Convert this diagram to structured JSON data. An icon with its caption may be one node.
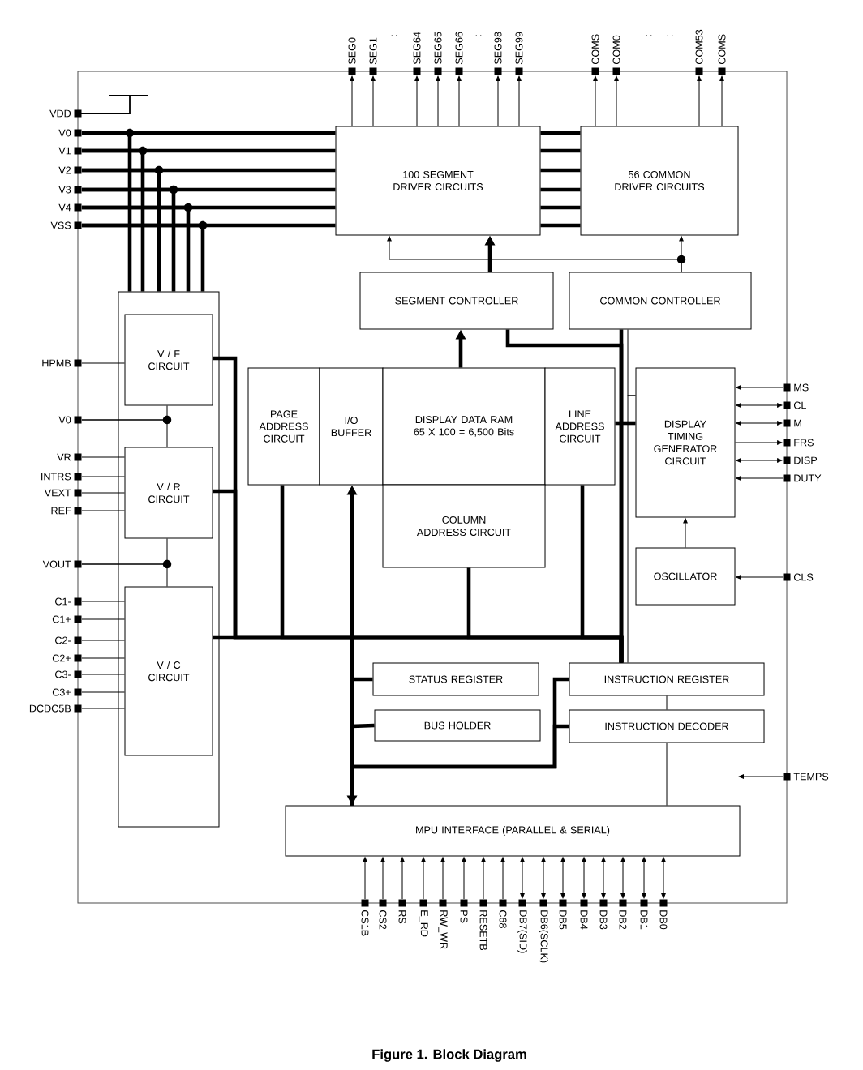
{
  "diagram": {
    "caption": "Figure 1. Block Diagram",
    "nodes": [
      {
        "text": [
          "100 SEGMENT DRIVER CIRCUITS"
        ]
      },
      {
        "text": [
          "56 COMMON DRIVER CIRCUITS"
        ]
      },
      {
        "text": [
          "SEGMENT CONTROLLER"
        ]
      },
      {
        "text": [
          "COMMON CONTROLLER"
        ]
      },
      {
        "text": [],
        "shape": "box"
      },
      {
        "text": [
          "V / F CIRCUIT"
        ],
        "in": 4
      },
      {
        "text": [
          "V / R CIRCUIT"
        ],
        "in": 4
      },
      {
        "text": [
          "V / C CIRCUIT"
        ],
        "in": 4
      },
      {
        "text": [
          "PAGE ADDRESS CIRCUIT"
        ]
      },
      {
        "text": [
          "I/O BUFFER"
        ]
      },
      {
        "text": [
          "DISPLAY DATA RAM",
          "65 X 100 = 6,500 Bits"
        ]
      },
      {
        "text": [
          "LINE ADDRESS CIRCUIT"
        ]
      },
      {
        "text": [
          "COLUMN ADDRESS CIRCUIT"
        ]
      },
      {
        "text": [
          "DISPLAY TIMING GENERATOR CIRCUIT"
        ]
      },
      {
        "text": [
          "OSCILLATOR"
        ]
      },
      {
        "text": [
          "STATUS REGISTER"
        ]
      },
      {
        "text": [
          "BUS HOLDER"
        ]
      },
      {
        "text": [
          "INSTRUCTION REGISTER"
        ]
      },
      {
        "text": [
          "INSTRUCTION DECODER"
        ]
      },
      {
        "text": [
          "MPU INTERFACE (PARALLEL & SERIAL)"
        ]
      },
      {
        "text": [
          "SEG0"
        ]
      },
      {
        "text": [
          "SEG1"
        ]
      },
      {
        "text": [
          "SEG64"
        ]
      },
      {
        "text": [
          "SEG65"
        ]
      },
      {
        "text": [
          "SEG66"
        ]
      },
      {
        "text": [
          "SEG98"
        ]
      },
      {
        "text": [
          "SEG99"
        ]
      },
      {
        "text": [
          "COMS"
        ]
      },
      {
        "text": [
          "COM0"
        ]
      },
      {
        "text": [
          "COM53"
        ]
      },
      {
        "text": [
          "COMS"
        ]
      },
      {
        "text": [
          "VDD"
        ]
      },
      {
        "text": [
          "V0"
        ]
      },
      {
        "text": [
          "V1"
        ]
      },
      {
        "text": [
          "V2"
        ]
      },
      {
        "text": [
          "V3"
        ]
      },
      {
        "text": [
          "V4"
        ]
      },
      {
        "text": [
          "VSS"
        ]
      },
      {
        "text": [
          "HPMB"
        ]
      },
      {
        "text": [
          "V0"
        ]
      },
      {
        "text": [
          "VR"
        ]
      },
      {
        "text": [
          "INTRS"
        ]
      },
      {
        "text": [
          "VEXT"
        ]
      },
      {
        "text": [
          "REF"
        ]
      },
      {
        "text": [
          "VOUT"
        ]
      },
      {
        "text": [
          "C1-"
        ]
      },
      {
        "text": [
          "C1+"
        ]
      },
      {
        "text": [
          "C2-"
        ]
      },
      {
        "text": [
          "C2+"
        ]
      },
      {
        "text": [
          "C3-"
        ]
      },
      {
        "text": [
          "C3+"
        ]
      },
      {
        "text": [
          "DCDC5B"
        ]
      },
      {
        "text": [
          "MS"
        ]
      },
      {
        "text": [
          "CL"
        ]
      },
      {
        "text": [
          "M"
        ]
      },
      {
        "text": [
          "FRS"
        ]
      },
      {
        "text": [
          "DISP"
        ]
      },
      {
        "text": [
          "DUTY"
        ]
      },
      {
        "text": [
          "CLS"
        ]
      },
      {
        "text": [
          "TEMPS"
        ]
      },
      {
        "text": [
          "CS1B"
        ]
      },
      {
        "text": [
          "CS2"
        ]
      },
      {
        "text": [
          "RS"
        ]
      },
      {
        "text": [
          "E_RD"
        ]
      },
      {
        "text": [
          "RW_WR"
        ]
      },
      {
        "text": [
          "PS"
        ]
      },
      {
        "text": [
          "RESETB"
        ]
      },
      {
        "text": [
          "C68"
        ]
      },
      {
        "text": [
          "DB7(SID)"
        ]
      },
      {
        "text": [
          "DB6(SCLK)"
        ]
      },
      {
        "text": [
          "DB5"
        ]
      },
      {
        "text": [
          "DB4"
        ]
      },
      {
        "text": [
          "DB3"
        ]
      },
      {
        "text": [
          "DB2"
        ]
      },
      {
        "text": [
          "DB1"
        ]
      },
      {
        "text": [
          "DB0"
        ]
      }
    ],
    "edges": [
      {
        "from": 0,
        "to": 20,
        "arrow": "to"
      },
      {
        "from": 0,
        "to": 21,
        "arrow": "to"
      },
      {
        "from": 0,
        "to": 22,
        "arrow": "to"
      },
      {
        "from": 0,
        "to": 23,
        "arrow": "to"
      },
      {
        "from": 0,
        "to": 24,
        "arrow": "to"
      },
      {
        "from": 0,
        "to": 25,
        "arrow": "to"
      },
      {
        "from": 0,
        "to": 26,
        "arrow": "to"
      },
      {
        "from": 1,
        "to": 27,
        "arrow": "to"
      },
      {
        "from": 1,
        "to": 28,
        "arrow": "to"
      },
      {
        "from": 1,
        "to": 29,
        "arrow": "to"
      },
      {
        "from": 1,
        "to": 30,
        "arrow": "to"
      },
      {
        "from": 32,
        "to": 0,
        "arrow": "none",
        "style": "thick"
      },
      {
        "from": 33,
        "to": 0,
        "arrow": "none",
        "style": "thick"
      },
      {
        "from": 34,
        "to": 0,
        "arrow": "none",
        "style": "thick"
      },
      {
        "from": 35,
        "to": 0,
        "arrow": "none",
        "style": "thick"
      },
      {
        "from": 36,
        "to": 0,
        "arrow": "none",
        "style": "thick"
      },
      {
        "from": 37,
        "to": 0,
        "arrow": "none",
        "style": "thick"
      },
      {
        "from": 0,
        "to": 1,
        "arrow": "none",
        "style": "thick"
      },
      {
        "from": 0,
        "to": 1,
        "arrow": "none",
        "style": "thick"
      },
      {
        "from": 0,
        "to": 1,
        "arrow": "none",
        "style": "thick"
      },
      {
        "from": 0,
        "to": 1,
        "arrow": "none",
        "style": "thick"
      },
      {
        "from": 0,
        "to": 1,
        "arrow": "none",
        "style": "thick"
      },
      {
        "from": 0,
        "to": 1,
        "arrow": "none",
        "style": "thick"
      },
      {
        "from": 32,
        "to": 4,
        "arrow": "none",
        "style": "thick"
      },
      {
        "from": 33,
        "to": 4,
        "arrow": "none",
        "style": "thick"
      },
      {
        "from": 34,
        "to": 4,
        "arrow": "none",
        "style": "thick"
      },
      {
        "from": 35,
        "to": 4,
        "arrow": "none",
        "style": "thick"
      },
      {
        "from": 36,
        "to": 4,
        "arrow": "none",
        "style": "thick"
      },
      {
        "from": 37,
        "to": 4,
        "arrow": "none",
        "style": "thick"
      },
      {
        "from": 38,
        "to": 5,
        "arrow": "none"
      },
      {
        "from": 39,
        "to": 5,
        "arrow": "none"
      },
      {
        "from": 39,
        "to": 6,
        "arrow": "none"
      },
      {
        "from": 40,
        "to": 6,
        "arrow": "none"
      },
      {
        "from": 41,
        "to": 6,
        "arrow": "none"
      },
      {
        "from": 42,
        "to": 6,
        "arrow": "none"
      },
      {
        "from": 43,
        "to": 6,
        "arrow": "none"
      },
      {
        "from": 44,
        "to": 6,
        "arrow": "none"
      },
      {
        "from": 44,
        "to": 7,
        "arrow": "none"
      },
      {
        "from": 45,
        "to": 7,
        "arrow": "none"
      },
      {
        "from": 46,
        "to": 7,
        "arrow": "none"
      },
      {
        "from": 47,
        "to": 7,
        "arrow": "none"
      },
      {
        "from": 48,
        "to": 7,
        "arrow": "none"
      },
      {
        "from": 49,
        "to": 7,
        "arrow": "none"
      },
      {
        "from": 50,
        "to": 7,
        "arrow": "none"
      },
      {
        "from": 51,
        "to": 7,
        "arrow": "none"
      },
      {
        "from": 52,
        "to": 13,
        "arrow": "to"
      },
      {
        "from": 53,
        "to": 13,
        "arrow": "both"
      },
      {
        "from": 54,
        "to": 13,
        "arrow": "both"
      },
      {
        "from": 13,
        "to": 55,
        "arrow": "to"
      },
      {
        "from": 56,
        "to": 13,
        "arrow": "both"
      },
      {
        "from": 57,
        "to": 13,
        "arrow": "to"
      },
      {
        "from": 58,
        "to": 14,
        "arrow": "to"
      },
      {
        "from": 59,
        "to": null,
        "arrow": "to"
      },
      {
        "from": 60,
        "to": 19,
        "arrow": "to"
      },
      {
        "from": 61,
        "to": 19,
        "arrow": "to"
      },
      {
        "from": 62,
        "to": 19,
        "arrow": "to"
      },
      {
        "from": 63,
        "to": 19,
        "arrow": "to"
      },
      {
        "from": 64,
        "to": 19,
        "arrow": "to"
      },
      {
        "from": 65,
        "to": 19,
        "arrow": "to"
      },
      {
        "from": 66,
        "to": 19,
        "arrow": "to"
      },
      {
        "from": 67,
        "to": 19,
        "arrow": "to"
      },
      {
        "from": 68,
        "to": 19,
        "arrow": "both"
      },
      {
        "from": 69,
        "to": 19,
        "arrow": "both"
      },
      {
        "from": 70,
        "to": 19,
        "arrow": "both"
      },
      {
        "from": 71,
        "to": 19,
        "arrow": "both"
      },
      {
        "from": 72,
        "to": 19,
        "arrow": "both"
      },
      {
        "from": 73,
        "to": 19,
        "arrow": "both"
      },
      {
        "from": 74,
        "to": 19,
        "arrow": "both"
      },
      {
        "from": 75,
        "to": 19,
        "arrow": "both"
      },
      {
        "from": 14,
        "to": 13,
        "arrow": "to"
      },
      {
        "from": 2,
        "to": 0,
        "arrow": "to",
        "style": "thick"
      },
      {
        "from": 3,
        "to": 0,
        "arrow": "to"
      },
      {
        "from": 3,
        "to": 1,
        "arrow": "to"
      },
      {
        "from": 10,
        "to": 2,
        "arrow": "to",
        "style": "thick"
      },
      {
        "from": 9,
        "to": 19,
        "arrow": "both",
        "style": "thick"
      },
      {
        "from": 15,
        "to": 19,
        "arrow": "none",
        "style": "thick"
      },
      {
        "from": 16,
        "to": 19,
        "arrow": "none",
        "style": "thick"
      },
      {
        "from": 17,
        "to": 19,
        "arrow": "none",
        "style": "thick"
      },
      {
        "from": 18,
        "to": 19,
        "arrow": "none",
        "style": "thick"
      },
      {
        "from": 17,
        "to": 18,
        "arrow": "none"
      },
      {
        "from": 18,
        "to": 19,
        "arrow": "none"
      },
      {
        "from": 5,
        "to": 17,
        "arrow": "none",
        "style": "thick"
      },
      {
        "from": 6,
        "to": 17,
        "arrow": "none",
        "style": "thick"
      },
      {
        "from": 7,
        "to": 17,
        "arrow": "none",
        "style": "thick"
      },
      {
        "from": 8,
        "to": 17,
        "arrow": "none",
        "style": "thick"
      },
      {
        "from": 12,
        "to": 17,
        "arrow": "none",
        "style": "thick"
      },
      {
        "from": 11,
        "to": 17,
        "arrow": "none",
        "style": "thick"
      },
      {
        "from": 2,
        "to": 17,
        "arrow": "none",
        "style": "thick"
      },
      {
        "from": 3,
        "to": 17,
        "arrow": "none",
        "style": "thick"
      },
      {
        "from": 11,
        "to": 13,
        "arrow": "none",
        "style": "thick"
      },
      {
        "from": 3,
        "to": 13,
        "arrow": "none"
      },
      {
        "from": 13,
        "to": 17,
        "arrow": "none"
      }
    ],
    "labels": [
      ":",
      ":",
      ":",
      ":"
    ]
  }
}
